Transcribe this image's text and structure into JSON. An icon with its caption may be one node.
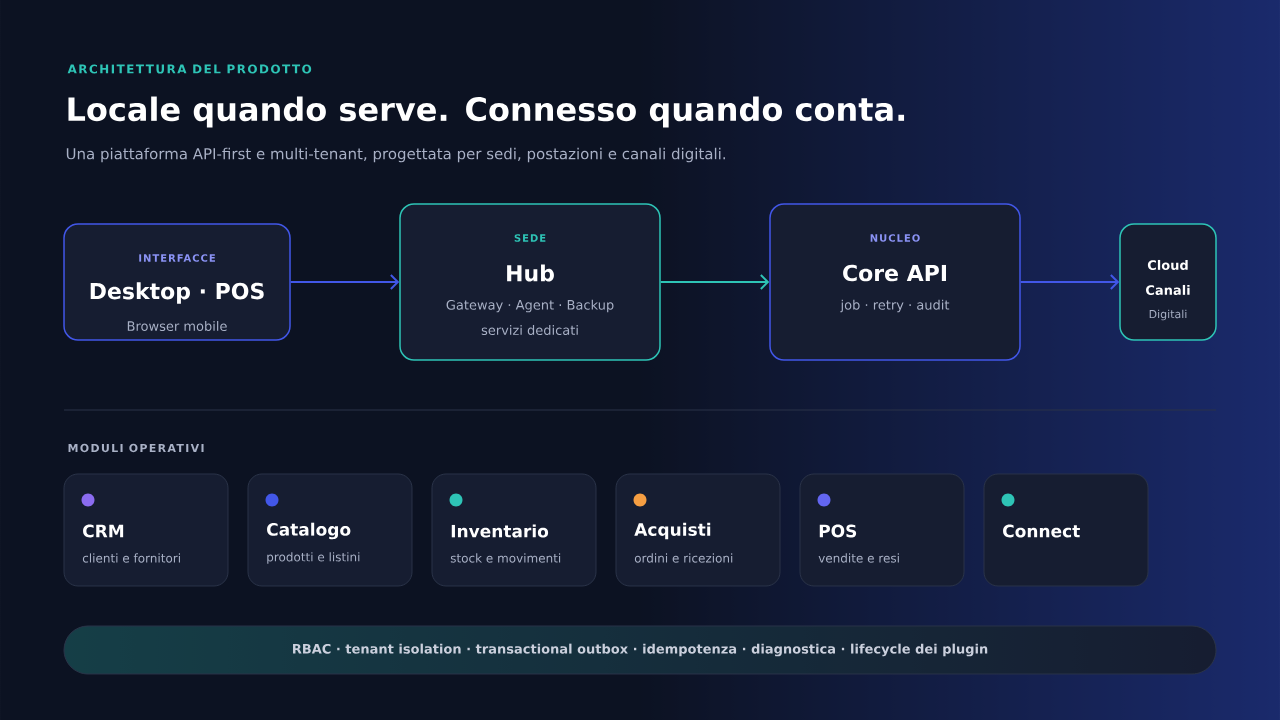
{
  "diagram": {
    "title": "Locale quando serve. Connesso quando conta.",
    "nodes": [
      {
        "text": [
          "INTERFACCE",
          "Desktop · POS",
          "Browser mobile"
        ]
      },
      {
        "text": [
          "SEDE",
          "Hub",
          "Gateway · Agent · Backup",
          "servizi dedicati"
        ]
      },
      {
        "text": [
          "NUCLEO",
          "Core API",
          "job · retry · audit"
        ]
      },
      {
        "text": [
          "Cloud",
          "Canali",
          "Digitali"
        ]
      },
      {
        "text": [
          "CRM",
          "clienti e fornitori"
        ]
      },
      {
        "text": [
          "Catalogo",
          "prodotti e listini"
        ]
      },
      {
        "text": [
          "Inventario",
          "stock e movimenti"
        ]
      },
      {
        "text": [
          "Acquisti",
          "ordini e ricezioni"
        ]
      },
      {
        "text": [
          "POS",
          "vendite e resi"
        ]
      },
      {
        "text": [
          "Connect"
        ]
      },
      {
        "text": [
          "RBAC · tenant isolation · transactional outbox · idempotenza · diagnostica · lifecycle dei plugin"
        ]
      }
    ],
    "edges": [
      {
        "from": 0,
        "to": 1,
        "arrow": "to"
      },
      {
        "from": 1,
        "to": 2,
        "arrow": "to",
        "color": "#2ec4b6"
      },
      {
        "from": 2,
        "to": 3,
        "arrow": "to"
      }
    ],
    "labels": [
      "ARCHITETTURA DEL PRODOTTO",
      "Una piattaforma API-first e multi-tenant, progettata per sedi, postazioni e canali digitali.",
      "MODULI OPERATIVI"
    ]
  }
}
